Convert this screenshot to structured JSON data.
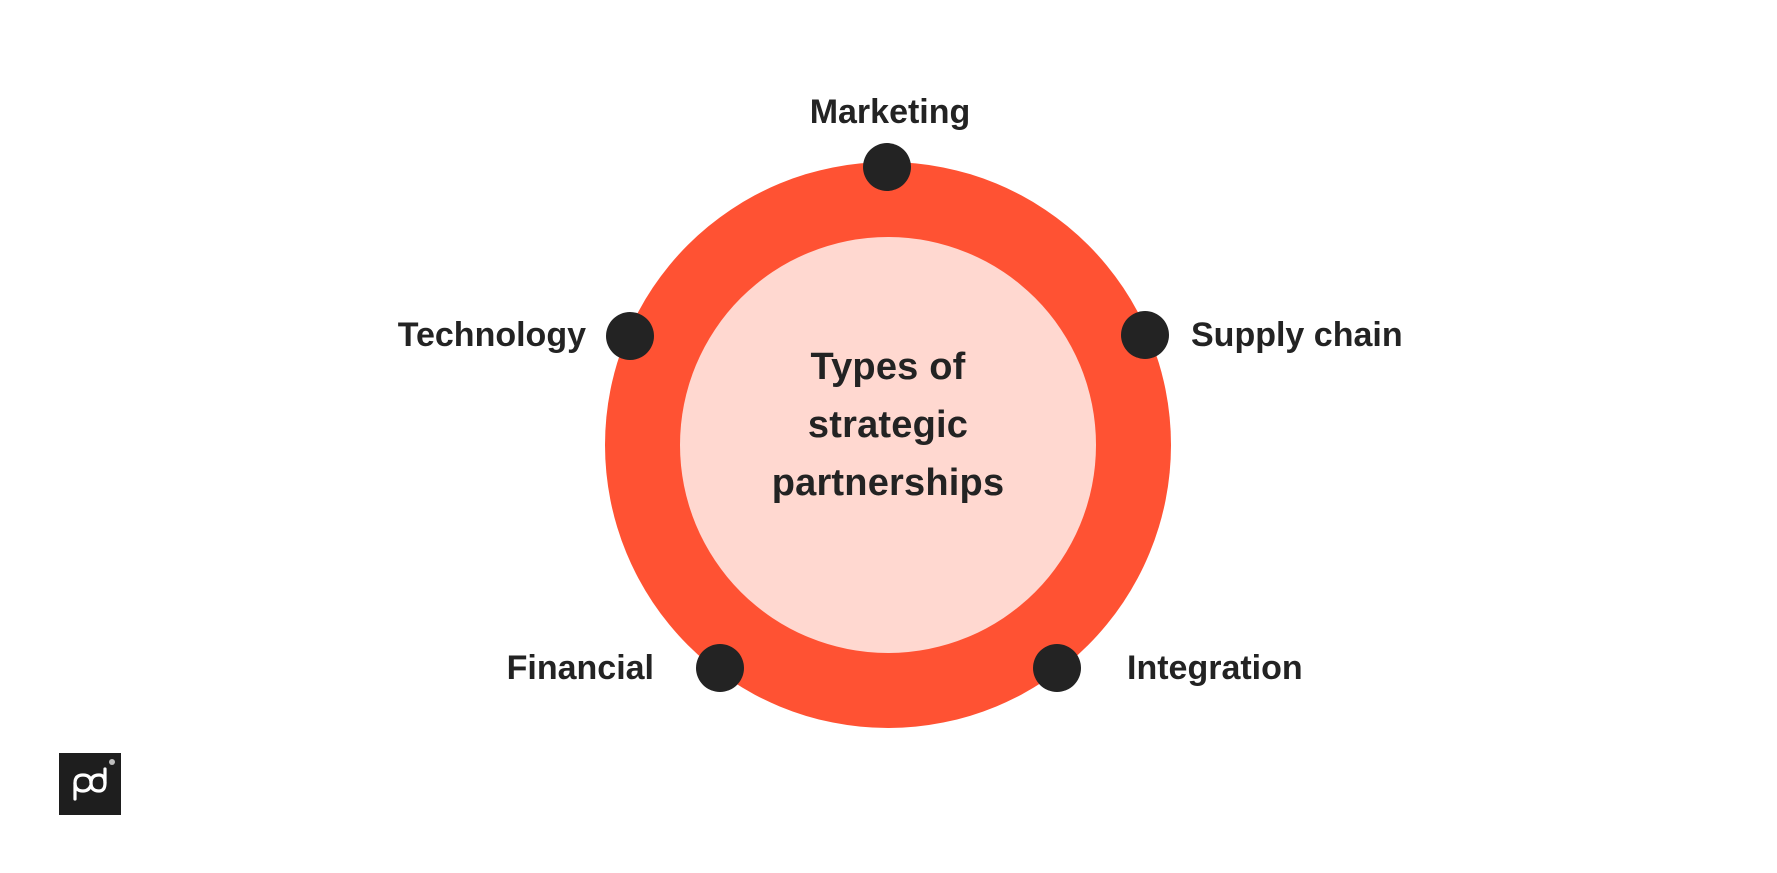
{
  "diagram": {
    "title_lines": [
      "Types of",
      "strategic",
      "partnerships"
    ],
    "nodes": [
      {
        "label": "Marketing",
        "position": "top"
      },
      {
        "label": "Technology",
        "position": "upper-left"
      },
      {
        "label": "Supply chain",
        "position": "upper-right"
      },
      {
        "label": "Financial",
        "position": "lower-left"
      },
      {
        "label": "Integration",
        "position": "lower-right"
      }
    ],
    "colors": {
      "ring": "#FF5233",
      "inner": "#FFD8D0",
      "dots": "#232323",
      "text": "#232323",
      "background": "#FFFFFF"
    }
  },
  "logo": {
    "icon": "pd-logo-icon"
  }
}
